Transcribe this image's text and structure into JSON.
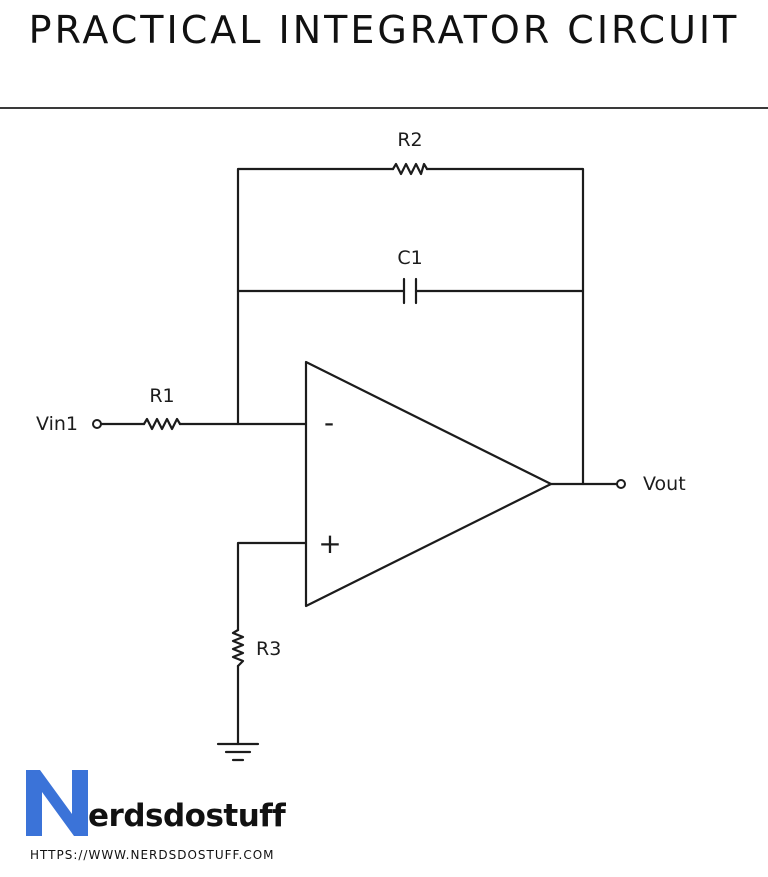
{
  "title": "PRACTICAL INTEGRATOR CIRCUIT",
  "components": {
    "r1": "R1",
    "r2": "R2",
    "r3": "R3",
    "c1": "C1"
  },
  "terminals": {
    "input": "Vin1",
    "output": "Vout"
  },
  "opamp": {
    "inverting": "-",
    "non_inverting": "+"
  },
  "brand": {
    "logo_letter": "N",
    "name": "erdsdostuff",
    "url": "HTTPS://WWW.NERDSDOSTUFF.COM",
    "logo_color": "#3b73d8"
  }
}
